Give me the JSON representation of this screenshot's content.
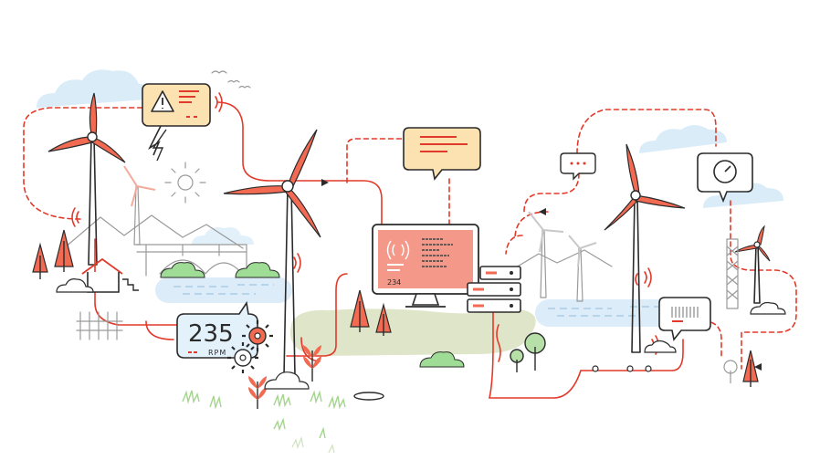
{
  "gauge": {
    "value": "235",
    "unit": "RPM"
  },
  "monitor": {
    "reading": "234"
  },
  "colors": {
    "accent": "#e23a2a",
    "blade": "#f26a52",
    "screen": "#f4998a",
    "bubble_warm": "#fbe2b0",
    "bubble_blue": "#e3f1fb",
    "water": "#dcecf8",
    "cloud": "#d9ecf8",
    "grass": "#dfe5c8",
    "green": "#8fd18a",
    "line": "#2b2b2b"
  },
  "icons": [
    "warning-icon",
    "lightning-icon",
    "sun-icon",
    "gear-icon",
    "speedometer-icon",
    "wifi-signal-icon",
    "tree-icon",
    "cloud-icon",
    "server-icon",
    "monitor-icon",
    "house-icon",
    "bridge-icon",
    "birds-icon",
    "chat-bubble-icon",
    "pylon-icon",
    "fence-icon"
  ]
}
